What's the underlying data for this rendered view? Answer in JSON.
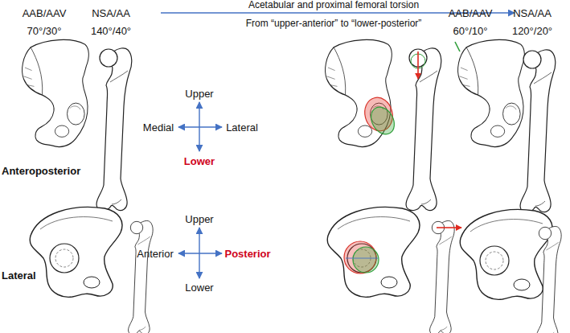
{
  "diagram": {
    "labels": [
      "AAB/AAV",
      "NSA/AA",
      "Acetabular and proximal femoral torsion",
      "AAB/AAV",
      "NSA/AA",
      "70°/30°",
      "140°/40°",
      "From “upper-anterior” to “lower-posterior”",
      "60°/10°",
      "120°/20°",
      "Anteroposterior",
      "Upper",
      "Medial",
      "Lateral",
      "Lower",
      "Lateral",
      "Upper",
      "Anterior",
      "Posterior",
      "Lower"
    ]
  }
}
